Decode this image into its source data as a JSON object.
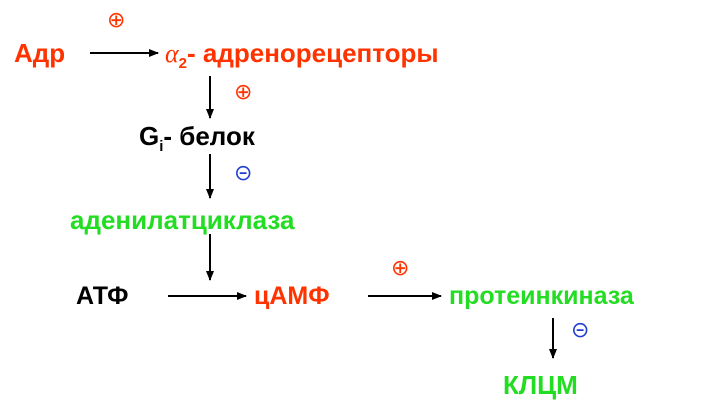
{
  "diagram": {
    "nodes": {
      "adr": "Адр",
      "alpha_symbol": "α",
      "alpha_sub": "2",
      "receptors": "- адренорецепторы",
      "gi_main": "G",
      "gi_sub": "i",
      "gi_rest": "- белок",
      "adenylate_cyclase": "аденилатциклаза",
      "atp": "АТФ",
      "camp": "цАМФ",
      "protein_kinase": "протеинкиназа",
      "klcm": "КЛЦМ"
    },
    "signs": {
      "plus": "⊕",
      "minus": "⊝"
    },
    "colors": {
      "activator": "#ff3300",
      "enzyme": "#22dd22",
      "substrate": "#000000",
      "inhibition_sign": "#1f3fd0"
    }
  }
}
